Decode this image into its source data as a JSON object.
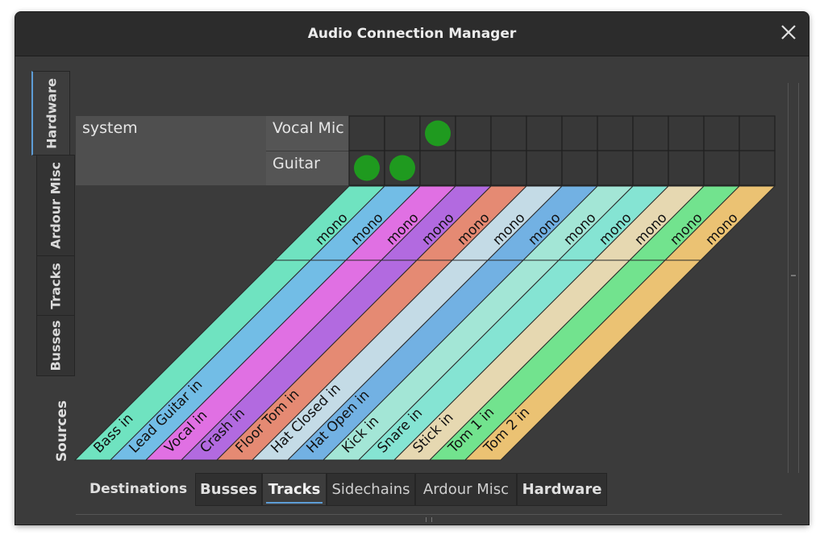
{
  "window": {
    "title": "Audio Connection Manager"
  },
  "icons": {
    "close": "close-icon"
  },
  "left_tabs": [
    {
      "label": "Hardware",
      "active": true
    },
    {
      "label": "Ardour Misc",
      "active": false
    },
    {
      "label": "Tracks",
      "active": false
    },
    {
      "label": "Busses",
      "active": false
    }
  ],
  "sources_label": "Sources",
  "source_group": "system",
  "source_ports": [
    "Vocal Mic",
    "Guitar"
  ],
  "destinations": [
    {
      "name": "Bass in",
      "channel": "mono",
      "color": "#6fe3c0"
    },
    {
      "name": "Lead Guitar in",
      "channel": "mono",
      "color": "#72bde6"
    },
    {
      "name": "Vocal in",
      "channel": "mono",
      "color": "#e070e3"
    },
    {
      "name": "Crash in",
      "channel": "mono",
      "color": "#b26ae0"
    },
    {
      "name": "Floor Tom in",
      "channel": "mono",
      "color": "#e58a73"
    },
    {
      "name": "Hat Closed in",
      "channel": "mono",
      "color": "#c4dbe6"
    },
    {
      "name": "Hat Open in",
      "channel": "mono",
      "color": "#72b1e3"
    },
    {
      "name": "Kick in",
      "channel": "mono",
      "color": "#a3e6d6"
    },
    {
      "name": "Snare in",
      "channel": "mono",
      "color": "#85e4d3"
    },
    {
      "name": "Stick in",
      "channel": "mono",
      "color": "#e6d8b1"
    },
    {
      "name": "Tom 1 in",
      "channel": "mono",
      "color": "#72e38e"
    },
    {
      "name": "Tom 2 in",
      "channel": "mono",
      "color": "#ebc273"
    }
  ],
  "connections": [
    [
      0,
      2
    ],
    [
      1,
      0
    ],
    [
      1,
      1
    ]
  ],
  "destinations_label": "Destinations",
  "bottom_tabs": [
    {
      "label": "Busses",
      "active": false,
      "bold": true
    },
    {
      "label": "Tracks",
      "active": true,
      "bold": true
    },
    {
      "label": "Sidechains",
      "active": false,
      "bold": false
    },
    {
      "label": "Ardour Misc",
      "active": false,
      "bold": false
    },
    {
      "label": "Hardware",
      "active": false,
      "bold": true
    }
  ],
  "colors": {
    "connection_dot": "#1f9a1f",
    "grid_line": "#202020",
    "cell_bg": "#383838"
  }
}
